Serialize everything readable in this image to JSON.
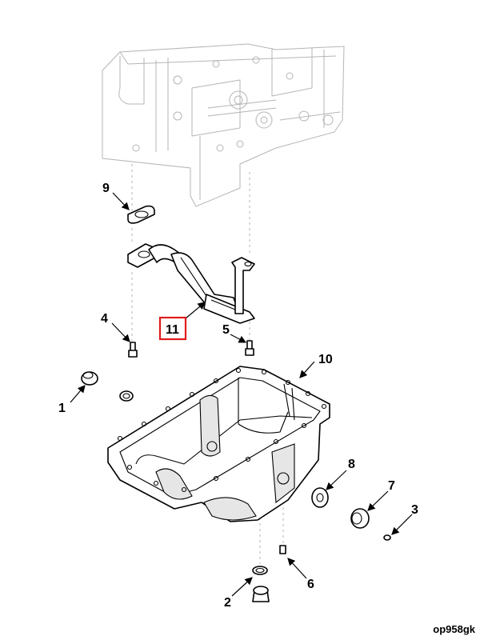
{
  "callouts": [
    {
      "id": "c1",
      "label": "1"
    },
    {
      "id": "c2",
      "label": "2"
    },
    {
      "id": "c3",
      "label": "3"
    },
    {
      "id": "c4",
      "label": "4"
    },
    {
      "id": "c5",
      "label": "5"
    },
    {
      "id": "c6",
      "label": "6"
    },
    {
      "id": "c7",
      "label": "7"
    },
    {
      "id": "c8",
      "label": "8"
    },
    {
      "id": "c9",
      "label": "9"
    },
    {
      "id": "c10",
      "label": "10"
    },
    {
      "id": "c11",
      "label": "11"
    }
  ],
  "highlighted_callout": "11",
  "highlight_color": "#e01b1b",
  "figure_id": "op958gk"
}
